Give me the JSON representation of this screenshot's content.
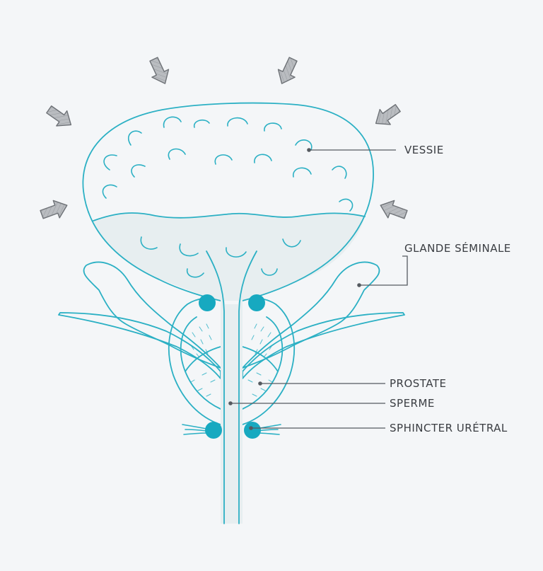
{
  "labels": {
    "vessie": "VESSIE",
    "glande_seminale": "GLANDE SÉMINALE",
    "prostate": "PROSTATE",
    "sperme": "SPERME",
    "sphincter_uretral": "SPHINCTER URÉTRAL"
  },
  "colors": {
    "background": "#f4f6f8",
    "outline": "#2bb0c4",
    "sphincter": "#17a9c0",
    "fluid": "#e7eef0",
    "arrow_fill": "#b9bcc0",
    "label_text": "#3a3d42"
  },
  "icons": {
    "pressure_arrows": "hatched-arrow-icon"
  }
}
